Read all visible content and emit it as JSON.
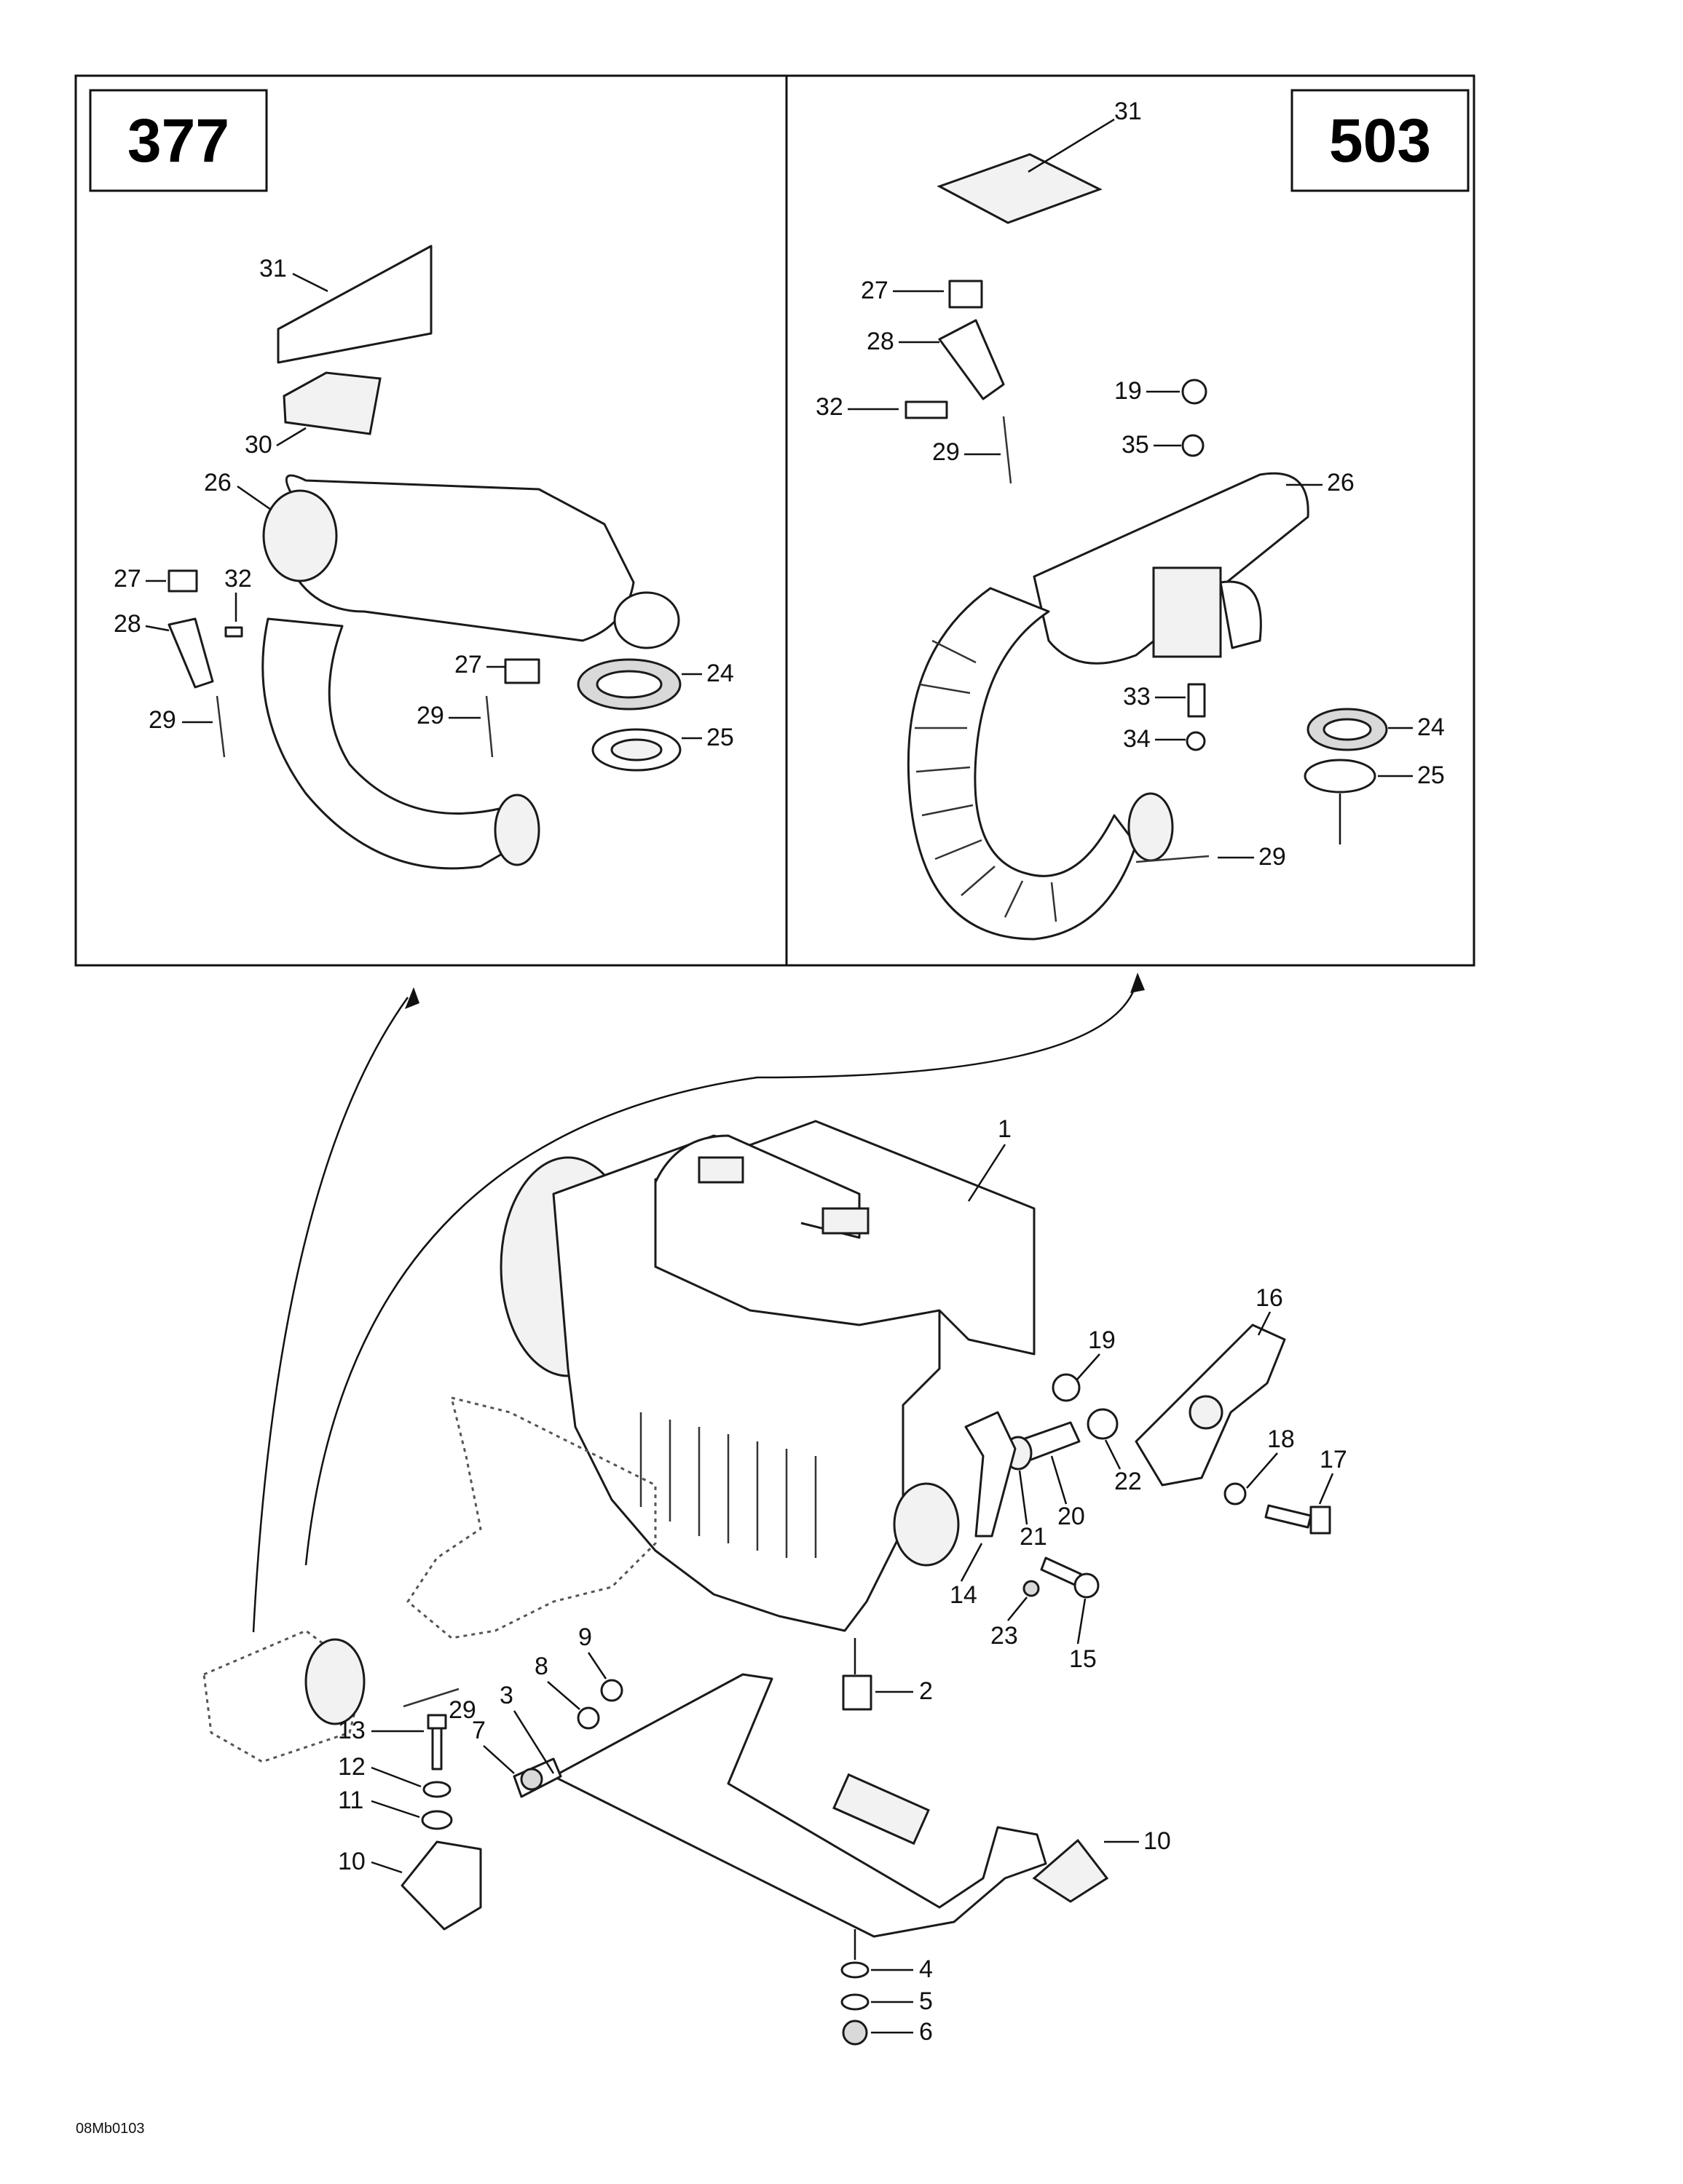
{
  "panels": {
    "left_engine": "377",
    "right_engine": "503"
  },
  "callouts": {
    "l31": "31",
    "l30": "30",
    "l26": "26",
    "l27a": "27",
    "l32": "32",
    "l28": "28",
    "l29a": "29",
    "l27b": "27",
    "l29b": "29",
    "l24": "24",
    "l25": "25",
    "r31": "31",
    "r27": "27",
    "r28": "28",
    "r32": "32",
    "r29a": "29",
    "r19": "19",
    "r35": "35",
    "r26": "26",
    "r33": "33",
    "r34": "34",
    "r24": "24",
    "r25": "25",
    "r29b": "29",
    "m1": "1",
    "m16": "16",
    "m19": "19",
    "m18": "18",
    "m17": "17",
    "m22": "22",
    "m20": "20",
    "m21": "21",
    "m14": "14",
    "m23": "23",
    "m15": "15",
    "m29": "29",
    "m9": "9",
    "m8": "8",
    "m3": "3",
    "m7": "7",
    "m13": "13",
    "m12": "12",
    "m11": "11",
    "m10a": "10",
    "m2": "2",
    "m10b": "10",
    "m4": "4",
    "m5": "5",
    "m6": "6"
  },
  "reference_code": "08Mb0103"
}
